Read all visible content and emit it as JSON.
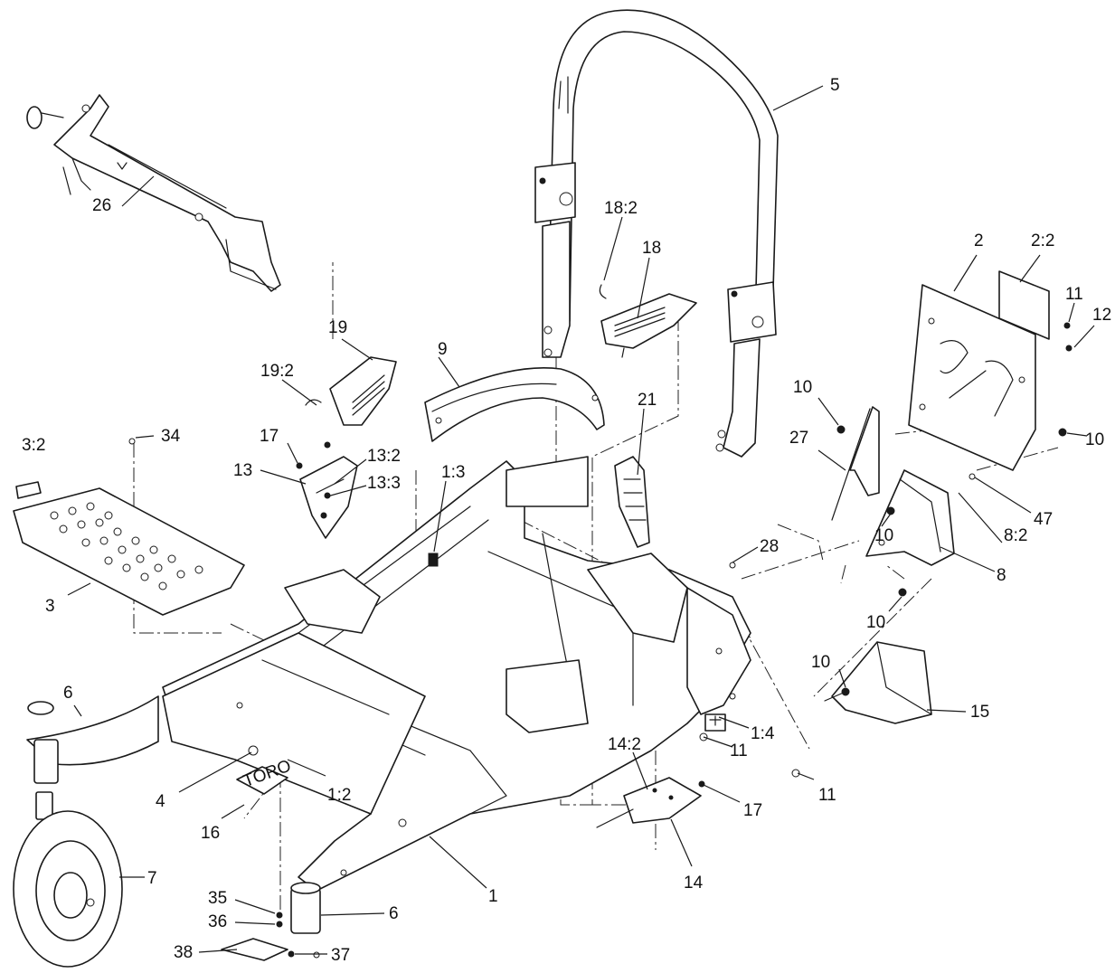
{
  "callouts": [
    {
      "id": "c-5",
      "text": "5"
    },
    {
      "id": "c-26",
      "text": "26"
    },
    {
      "id": "c-18-2",
      "text": "18:2"
    },
    {
      "id": "c-18",
      "text": "18"
    },
    {
      "id": "c-2",
      "text": "2"
    },
    {
      "id": "c-2-2",
      "text": "2:2"
    },
    {
      "id": "c-11a",
      "text": "11"
    },
    {
      "id": "c-12",
      "text": "12"
    },
    {
      "id": "c-19",
      "text": "19"
    },
    {
      "id": "c-9",
      "text": "9"
    },
    {
      "id": "c-19-2",
      "text": "19:2"
    },
    {
      "id": "c-21",
      "text": "21"
    },
    {
      "id": "c-10a",
      "text": "10"
    },
    {
      "id": "c-10b",
      "text": "10"
    },
    {
      "id": "c-3-2",
      "text": "3:2"
    },
    {
      "id": "c-34",
      "text": "34"
    },
    {
      "id": "c-17a",
      "text": "17"
    },
    {
      "id": "c-13",
      "text": "13"
    },
    {
      "id": "c-13-2",
      "text": "13:2"
    },
    {
      "id": "c-13-3",
      "text": "13:3"
    },
    {
      "id": "c-1-3",
      "text": "1:3"
    },
    {
      "id": "c-27",
      "text": "27"
    },
    {
      "id": "c-47",
      "text": "47"
    },
    {
      "id": "c-10c",
      "text": "10"
    },
    {
      "id": "c-8-2",
      "text": "8:2"
    },
    {
      "id": "c-28",
      "text": "28"
    },
    {
      "id": "c-3",
      "text": "3"
    },
    {
      "id": "c-8",
      "text": "8"
    },
    {
      "id": "c-10d",
      "text": "10"
    },
    {
      "id": "c-6a",
      "text": "6"
    },
    {
      "id": "c-10e",
      "text": "10"
    },
    {
      "id": "c-15",
      "text": "15"
    },
    {
      "id": "c-1-4",
      "text": "1:4"
    },
    {
      "id": "c-11b",
      "text": "11"
    },
    {
      "id": "c-14-2",
      "text": "14:2"
    },
    {
      "id": "c-4",
      "text": "4"
    },
    {
      "id": "c-1-2",
      "text": "1:2"
    },
    {
      "id": "c-11c",
      "text": "11"
    },
    {
      "id": "c-17b",
      "text": "17"
    },
    {
      "id": "c-16",
      "text": "16"
    },
    {
      "id": "c-7",
      "text": "7"
    },
    {
      "id": "c-14",
      "text": "14"
    },
    {
      "id": "c-1",
      "text": "1"
    },
    {
      "id": "c-35",
      "text": "35"
    },
    {
      "id": "c-36",
      "text": "36"
    },
    {
      "id": "c-6b",
      "text": "6"
    },
    {
      "id": "c-38",
      "text": "38"
    },
    {
      "id": "c-37",
      "text": "37"
    }
  ],
  "labels": {
    "brand_plate": "TORO"
  },
  "icons": {
    "rops": "roll-bar",
    "wheel": "caster-wheel"
  },
  "colors": {
    "line": "#1a1a1a",
    "background": "#ffffff"
  }
}
